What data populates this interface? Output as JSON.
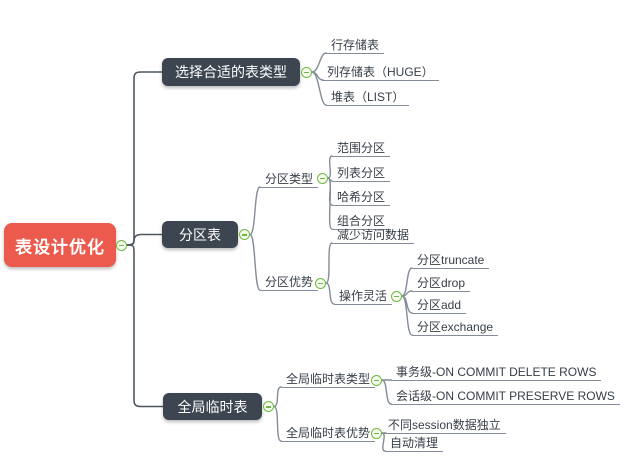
{
  "app": {
    "name": "mind-map",
    "background": "#ffffff"
  },
  "palette": {
    "root_bg": "#ec594d",
    "root_text": "#ffffff",
    "branch_bg": "#3c4550",
    "branch_text": "#ffffff",
    "trunk_line": "#4d5761",
    "branch_line": "#838c98",
    "leaf_text": "#373e47",
    "toggle_green": "#70b840"
  },
  "icons": {
    "collapse_toggle": "minus-circle"
  },
  "root": {
    "label": "表设计优化"
  },
  "branches": [
    {
      "label": "选择合适的表类型",
      "children": [
        {
          "label": "行存储表"
        },
        {
          "label": "列存储表（HUGE）"
        },
        {
          "label": "堆表（LIST）"
        }
      ]
    },
    {
      "label": "分区表",
      "children": [
        {
          "label": "分区类型",
          "children": [
            {
              "label": "范围分区"
            },
            {
              "label": "列表分区"
            },
            {
              "label": "哈希分区"
            },
            {
              "label": "组合分区"
            }
          ]
        },
        {
          "label": "分区优势",
          "children": [
            {
              "label": "减少访问数据"
            },
            {
              "label": "操作灵活",
              "children": [
                {
                  "label": "分区truncate"
                },
                {
                  "label": "分区drop"
                },
                {
                  "label": "分区add"
                },
                {
                  "label": "分区exchange"
                }
              ]
            }
          ]
        }
      ]
    },
    {
      "label": "全局临时表",
      "children": [
        {
          "label": "全局临时表类型",
          "children": [
            {
              "label": "事务级-ON COMMIT DELETE ROWS"
            },
            {
              "label": "会话级-ON COMMIT PRESERVE ROWS"
            }
          ]
        },
        {
          "label": "全局临时表优势",
          "children": [
            {
              "label": "不同session数据独立"
            },
            {
              "label": "自动清理"
            }
          ]
        }
      ]
    }
  ]
}
